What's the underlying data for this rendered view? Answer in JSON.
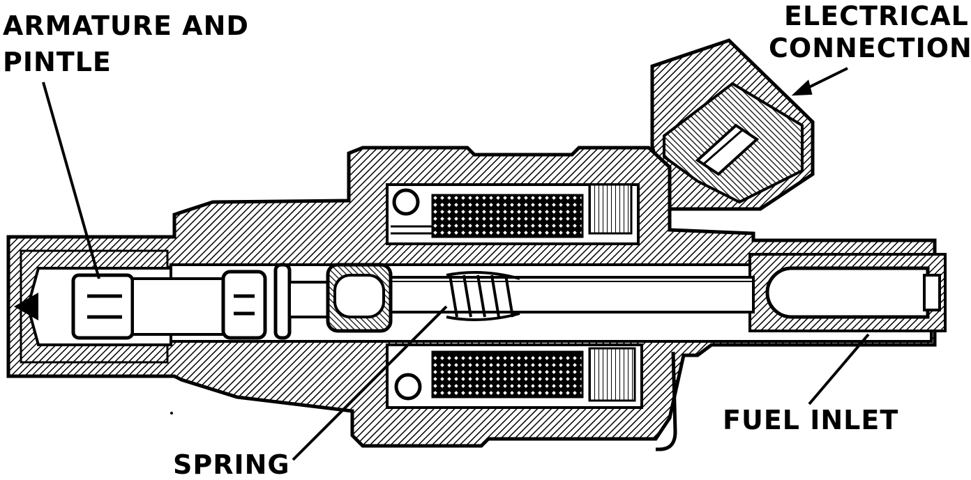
{
  "labels": {
    "armature_line1": "ARMATURE AND",
    "armature_line2": "PINTLE",
    "electrical_line1": "ELECTRICAL",
    "electrical_line2": "CONNECTION",
    "fuel_inlet": "FUEL INLET",
    "spring": "SPRING"
  },
  "colors": {
    "ink": "#000000",
    "paper": "#ffffff"
  }
}
